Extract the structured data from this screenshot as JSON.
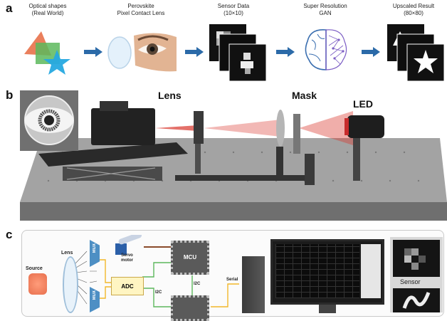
{
  "panels": {
    "a": "a",
    "b": "b",
    "c": "c"
  },
  "pipeline": [
    {
      "id": "optical",
      "line1": "Optical shapes",
      "line2": "(Real World)"
    },
    {
      "id": "lens",
      "line1": "Perovskite",
      "line2": "Pixel Contact Lens"
    },
    {
      "id": "sensor",
      "line1": "Sensor Data",
      "line2": "(10×10)"
    },
    {
      "id": "gan",
      "line1": "Super Resolution",
      "line2": "GAN"
    },
    {
      "id": "upscaled",
      "line1": "Upscaled Result",
      "line2": "(80×80)"
    }
  ],
  "setup": {
    "lens": "Lens",
    "mask": "Mask",
    "led": "LED"
  },
  "circuit": {
    "source": "Source",
    "lens": "Lens",
    "mux": "MUX",
    "adc": "ADC",
    "mcu": "MCU",
    "servo_line1": "Servo",
    "servo_line2": "motor",
    "i2c": "I2C",
    "serial": "Serial",
    "sensor": "Sensor"
  },
  "colors": {
    "arrow": "#2b6aa8",
    "laser": "#d9342b",
    "mux": "#4d8fc4",
    "adc_fill": "#fff5c2",
    "table": "#9a9a9a"
  }
}
